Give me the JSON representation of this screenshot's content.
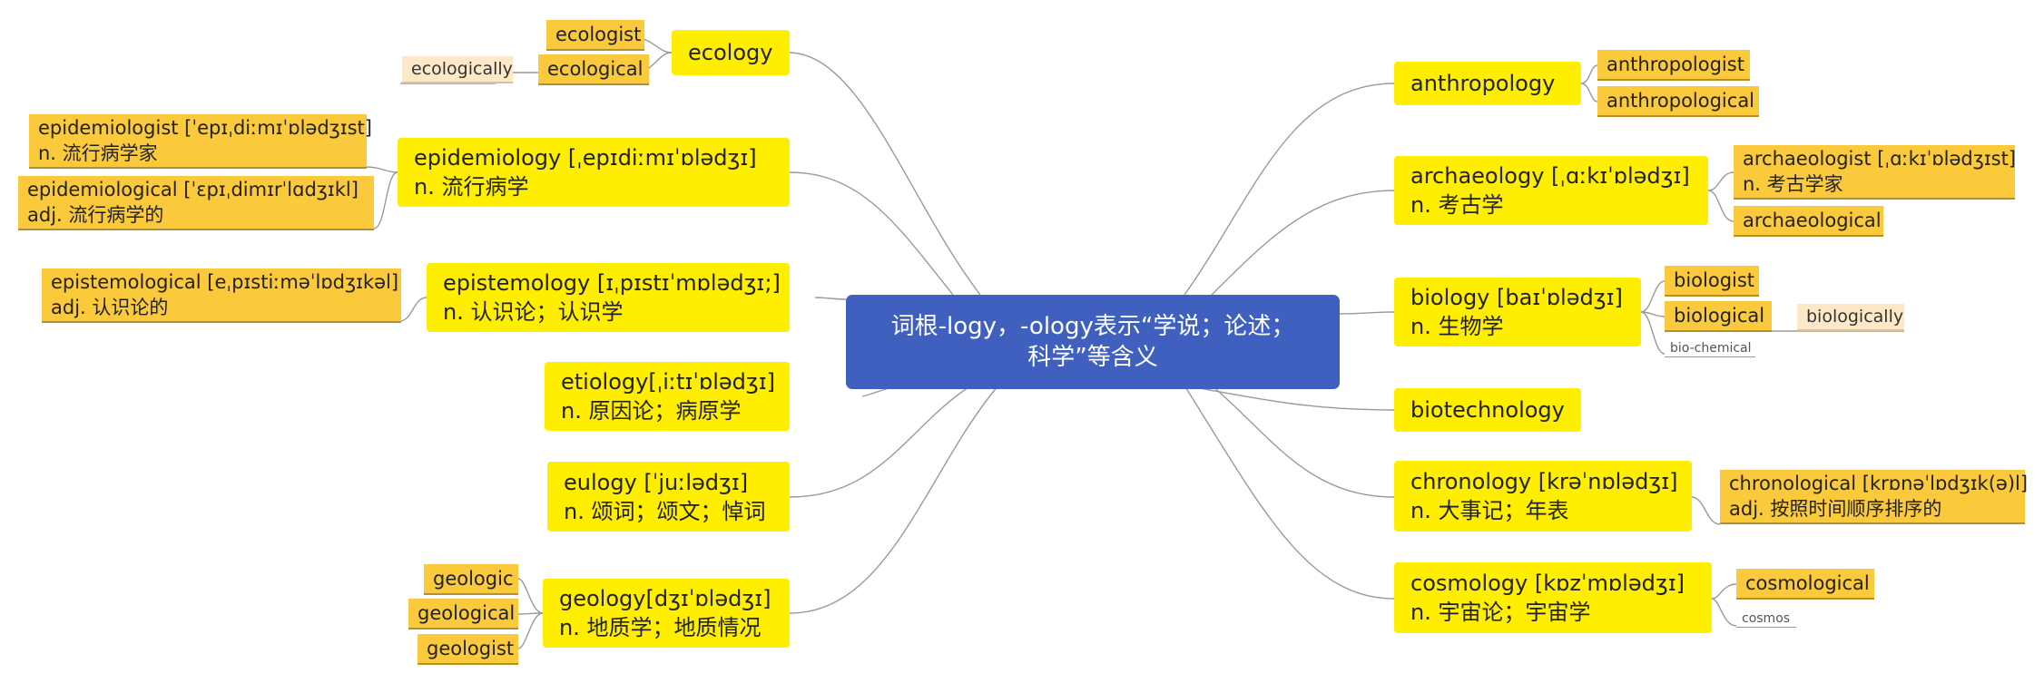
{
  "center": {
    "line1": "词根-logy，-ology表示“学说；论述；",
    "line2": "科学”等含义"
  },
  "ecology": {
    "title": "ecology",
    "children": [
      "ecologist",
      "ecological"
    ],
    "grandchild": "ecologically"
  },
  "epidemiology": {
    "title": "epidemiology [ˌepɪdiːmɪˈɒlədʒɪ]",
    "meaning": "n. 流行病学",
    "children": [
      {
        "title": "epidemiologist [ˈepɪˌdiːmɪˈɒlədʒɪst]",
        "meaning": "n. 流行病学家"
      },
      {
        "title": "epidemiological [ˈɛpɪˌdimɪrˈlɑdʒɪkl]",
        "meaning": "adj. 流行病学的"
      }
    ]
  },
  "epistemology": {
    "title": "epistemology [ɪˌpɪstɪˈmɒlədʒɪ;]",
    "meaning": "n. 认识论；认识学",
    "children": [
      {
        "title": "epistemological [eˌpɪstiːməˈlɒdʒɪkəl]",
        "meaning": "adj. 认识论的"
      }
    ]
  },
  "etiology": {
    "title": "etiology[ˌiːtɪˈɒlədʒɪ]",
    "meaning": "n. 原因论；病原学"
  },
  "eulogy": {
    "title": "eulogy [ˈjuːlədʒɪ]",
    "meaning": "n. 颂词；颂文；悼词"
  },
  "geology": {
    "title": "geology[dʒɪˈɒlədʒɪ]",
    "meaning": "n. 地质学；地质情况",
    "children": [
      "geologic",
      "geological",
      "geologist"
    ]
  },
  "anthropology": {
    "title": "anthropology",
    "children": [
      "anthropologist",
      "anthropological"
    ]
  },
  "archaeology": {
    "title": "archaeology [ˌɑːkɪˈɒlədʒɪ]",
    "meaning": "n. 考古学",
    "children": [
      {
        "title": "archaeologist [ˌɑːkɪˈɒlədʒɪst]",
        "meaning": "n. 考古学家"
      },
      {
        "title": "archaeological"
      }
    ]
  },
  "biology": {
    "title": "biology [baɪˈɒlədʒɪ]",
    "meaning": "n. 生物学",
    "children": [
      "biologist",
      "biological"
    ],
    "grandchild": "biologically",
    "tiny": "bio-chemical"
  },
  "biotechnology": {
    "title": "biotechnology"
  },
  "chronology": {
    "title": "chronology [krəˈnɒlədʒɪ]",
    "meaning": "n. 大事记；年表",
    "children": [
      {
        "title": "chronological [krɒnəˈlɒdʒɪk(ə)l]",
        "meaning": "adj.  按照时间顺序排序的"
      }
    ]
  },
  "cosmology": {
    "title": "cosmology [kɒzˈmɒlədʒɪ]",
    "meaning": "n. 宇宙论；宇宙学",
    "children": [
      "cosmological"
    ],
    "tiny": "cosmos"
  },
  "colors": {
    "center": "#4060c0",
    "main": "#ffee00",
    "sub": "#fac93c",
    "leaf": "#fde9c8",
    "line": "#999999"
  }
}
